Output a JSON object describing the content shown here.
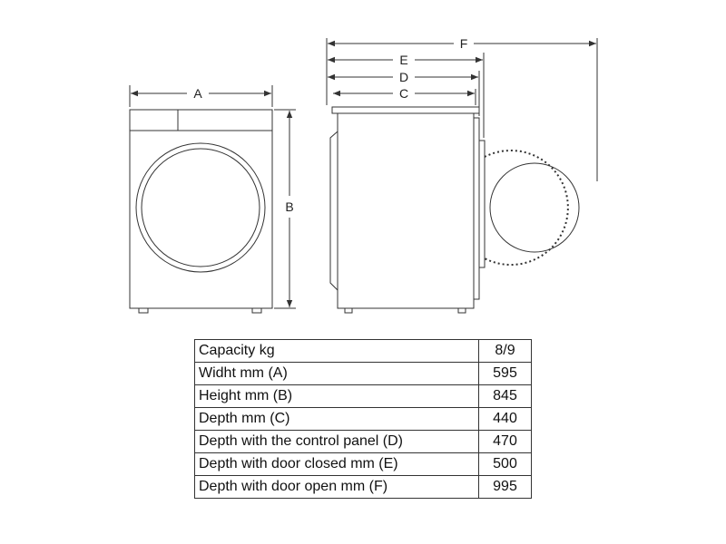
{
  "diagram": {
    "dimension_labels": {
      "a": "A",
      "b": "B",
      "c": "C",
      "d": "D",
      "e": "E",
      "f": "F"
    }
  },
  "specs": {
    "rows": [
      {
        "label": "Capacity kg",
        "value": "8/9"
      },
      {
        "label": "Widht mm (A)",
        "value": "595"
      },
      {
        "label": "Height mm (B)",
        "value": "845"
      },
      {
        "label": "Depth mm (C)",
        "value": "440"
      },
      {
        "label": "Depth with the control panel (D)",
        "value": "470"
      },
      {
        "label": "Depth with door closed mm (E)",
        "value": "500"
      },
      {
        "label": "Depth with door open mm (F)",
        "value": "995"
      }
    ]
  },
  "colors": {
    "line": "#333333",
    "text": "#111111"
  }
}
